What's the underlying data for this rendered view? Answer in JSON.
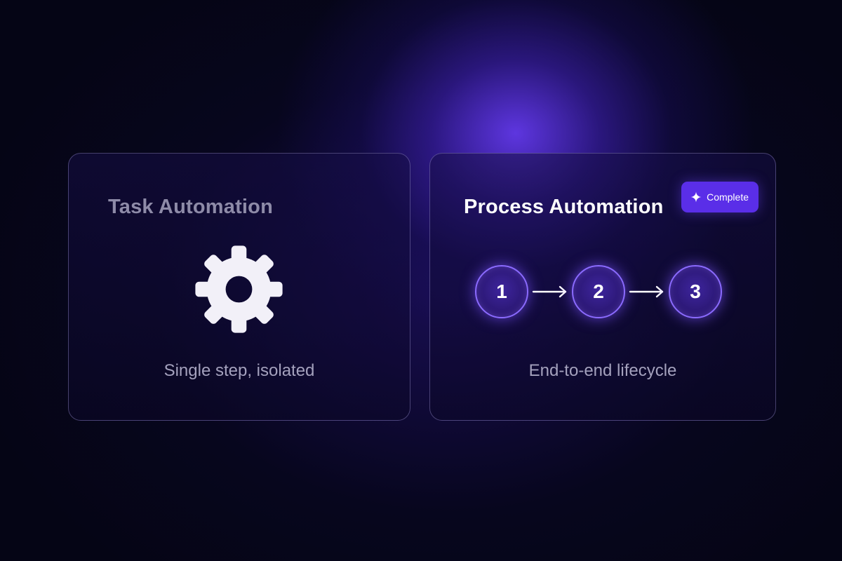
{
  "cards": {
    "task": {
      "title": "Task Automation",
      "icon": "gear-icon",
      "caption": "Single step, isolated"
    },
    "process": {
      "title": "Process Automation",
      "badge": {
        "icon": "sparkle-icon",
        "label": "Complete"
      },
      "steps": [
        "1",
        "2",
        "3"
      ],
      "caption": "End-to-end lifecycle"
    }
  },
  "colors": {
    "background": "#050515",
    "glow": "#6c3eff",
    "badge": "#5a2ee8",
    "step_ring": "#8b6bff",
    "muted_title": "#8e8ba8",
    "caption": "#a4a1bd"
  }
}
